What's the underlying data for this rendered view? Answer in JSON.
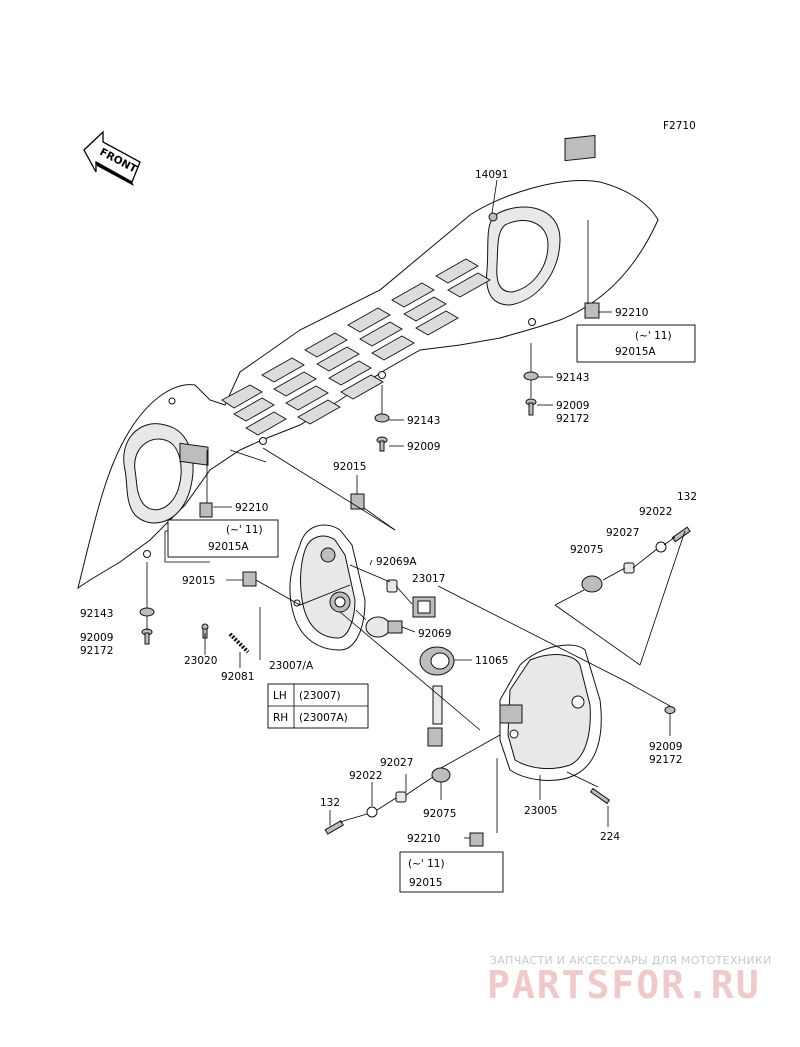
{
  "figure_code": "F2710",
  "front_arrow_text": "FRONT",
  "parts": {
    "p14091": "14091",
    "p92210_top": "92210",
    "top_note_paren": "(~' 11)",
    "p92015A_top": "92015A",
    "p92143_right": "92143",
    "p92009_right": "92009",
    "p92172_right": "92172",
    "p92143_mid": "92143",
    "p92009_mid": "92009",
    "p92015_mid": "92015",
    "p92210_left": "92210",
    "left_note_paren": "(~' 11)",
    "p92015A_left": "92015A",
    "p92015_left": "92015",
    "p92069A": "92069A",
    "p23017": "23017",
    "p92069": "92069",
    "p11065": "11065",
    "p132_right": "132",
    "p92022_right": "92022",
    "p92027_right": "92027",
    "p92075_right": "92075",
    "p92143_left": "92143",
    "p92009_left": "92009",
    "p92172_left": "92172",
    "p23020": "23020",
    "p92081": "92081",
    "p23007A": "23007/A",
    "p92009_br": "92009",
    "p92172_br": "92172",
    "p92027_low": "92027",
    "p92022_low": "92022",
    "p92075_low": "92075",
    "p132_low": "132",
    "p23005": "23005",
    "p224": "224",
    "p92210_low": "92210",
    "low_note_paren": "(~' 11)",
    "p92015_low": "92015"
  },
  "side_table": {
    "rows": [
      {
        "side": "LH",
        "part": "(23007)"
      },
      {
        "side": "RH",
        "part": "(23007A)"
      }
    ]
  },
  "watermark": {
    "line1": "ЗАПЧАСТИ И АКСЕССУАРЫ ДЛЯ МОТОТЕХНИКИ",
    "line2": "PARTSFOR.RU"
  }
}
